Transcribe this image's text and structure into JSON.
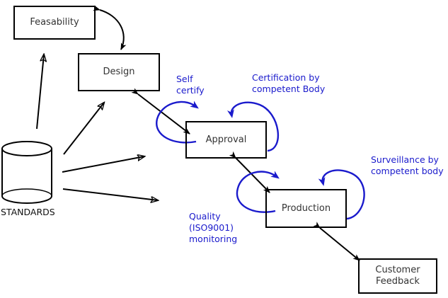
{
  "diagram": {
    "title": "Standards, design and certification process flow",
    "background_color": "#ffffff",
    "line_color": "#000000",
    "annotation_color": "#1a1acc",
    "text_color": "#333333"
  },
  "nodes": [
    {
      "id": "feasability",
      "label": "Feasability",
      "shape": "rectangle"
    },
    {
      "id": "design",
      "label": "Design",
      "shape": "rectangle"
    },
    {
      "id": "approval",
      "label": "Approval",
      "shape": "rectangle"
    },
    {
      "id": "production",
      "label": "Production",
      "shape": "rectangle"
    },
    {
      "id": "customer-feedback",
      "label": "Customer\nFeedback",
      "shape": "rectangle"
    },
    {
      "id": "standards",
      "label": "STANDARDS",
      "shape": "cylinder"
    }
  ],
  "annotations": [
    {
      "id": "self-certify",
      "text": "Self\ncertify",
      "target": "approval"
    },
    {
      "id": "certification-body",
      "text": "Certification by\ncompetent Body",
      "target": "approval"
    },
    {
      "id": "quality-monitoring",
      "text": "Quality\n(ISO9001)\nmonitoring",
      "target": "production"
    },
    {
      "id": "surveillance-body",
      "text": "Surveillance by\ncompetent body",
      "target": "production"
    }
  ],
  "edges": [
    {
      "id": "feasability-design",
      "from": "design",
      "to": "feasability",
      "style": "curved",
      "heads": "both"
    },
    {
      "id": "standards-feasability",
      "from": "standards",
      "to": "feasability",
      "style": "straight",
      "heads": "end"
    },
    {
      "id": "standards-design",
      "from": "standards",
      "to": "design",
      "style": "straight",
      "heads": "end"
    },
    {
      "id": "standards-approval",
      "from": "standards",
      "to": "approval",
      "style": "straight",
      "heads": "end"
    },
    {
      "id": "standards-production",
      "from": "standards",
      "to": "production",
      "style": "straight",
      "heads": "end"
    },
    {
      "id": "design-approval",
      "from": "design",
      "to": "approval",
      "style": "straight",
      "heads": "both"
    },
    {
      "id": "approval-production",
      "from": "approval",
      "to": "production",
      "style": "straight",
      "heads": "both"
    },
    {
      "id": "production-customer",
      "from": "production",
      "to": "customer-feedback",
      "style": "straight",
      "heads": "both"
    },
    {
      "id": "self-certify-loop",
      "from": "approval",
      "to": "approval",
      "style": "loop",
      "heads": "end"
    },
    {
      "id": "certification-loop",
      "from": "approval",
      "to": "approval",
      "style": "loop",
      "heads": "end"
    },
    {
      "id": "quality-loop",
      "from": "production",
      "to": "production",
      "style": "loop",
      "heads": "end"
    },
    {
      "id": "surveillance-loop",
      "from": "production",
      "to": "production",
      "style": "loop",
      "heads": "end"
    }
  ]
}
